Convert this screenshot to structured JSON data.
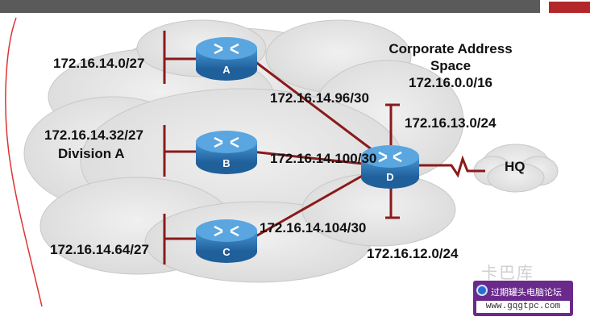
{
  "header": {
    "accent_color": "#b3262a",
    "bar_color": "#5a5a5a"
  },
  "title": {
    "line1": "Corporate Address",
    "line2": "Space",
    "line3": "172.16.0.0/16"
  },
  "subnets": {
    "a_lan": "172.16.14.0/27",
    "b_lan": "172.16.14.32/27",
    "b_lan_note": "Division A",
    "c_lan": "172.16.14.64/27",
    "a_d_link": "172.16.14.96/30",
    "b_d_link": "172.16.14.100/30",
    "c_d_link": "172.16.14.104/30",
    "d_top_lan": "172.16.13.0/24",
    "d_bottom_lan": "172.16.12.0/24"
  },
  "routers": {
    "a": "A",
    "b": "B",
    "c": "C",
    "d": "D"
  },
  "hq_label": "HQ",
  "watermark": {
    "line1": "过期罐头电脑论坛",
    "line2": "www.gqgtpc.com",
    "faint": "卡巴库"
  },
  "colors": {
    "link": "#8b1a1a",
    "router": "#2f7fc1",
    "cloud": "#e4e4e4"
  }
}
